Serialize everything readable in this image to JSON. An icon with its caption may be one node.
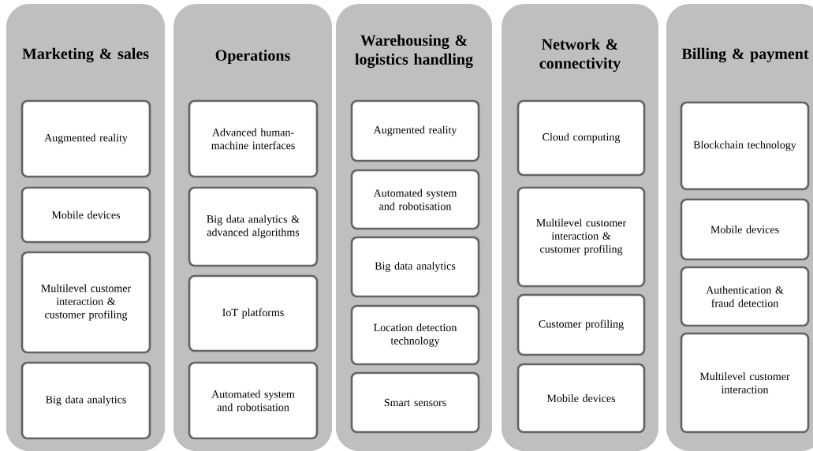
{
  "diagram": {
    "nodes": [
      {
        "text": [
          "Marketing & sales"
        ]
      },
      {
        "text": [
          "Augmented reality"
        ],
        "in": 0
      },
      {
        "text": [
          "Mobile devices"
        ],
        "in": 0
      },
      {
        "text": [
          "Multilevel customer interaction & customer profiling"
        ],
        "in": 0
      },
      {
        "text": [
          "Big data analytics"
        ],
        "in": 0
      },
      {
        "text": [
          "Operations"
        ]
      },
      {
        "text": [
          "Advanced human-machine interfaces"
        ],
        "in": 5
      },
      {
        "text": [
          "Big data analytics & advanced algorithms"
        ],
        "in": 5
      },
      {
        "text": [
          "IoT platforms"
        ],
        "in": 5
      },
      {
        "text": [
          "Automated system and robotisation"
        ],
        "in": 5
      },
      {
        "text": [
          "Warehousing & logistics handling"
        ]
      },
      {
        "text": [
          "Augmented reality"
        ],
        "in": 10
      },
      {
        "text": [
          "Automated system and robotisation"
        ],
        "in": 10
      },
      {
        "text": [
          "Big data analytics"
        ],
        "in": 10
      },
      {
        "text": [
          "Location detection technology"
        ],
        "in": 10
      },
      {
        "text": [
          "Smart sensors"
        ],
        "in": 10
      },
      {
        "text": [
          "Network & connectivity"
        ]
      },
      {
        "text": [
          "Cloud computing"
        ],
        "in": 16
      },
      {
        "text": [
          "Multilevel customer interaction & customer profiling"
        ],
        "in": 16
      },
      {
        "text": [
          "Customer profiling"
        ],
        "in": 16
      },
      {
        "text": [
          "Mobile devices"
        ],
        "in": 16
      },
      {
        "text": [
          "Billing & payment"
        ]
      },
      {
        "text": [
          "Blockchain technology"
        ],
        "in": 21
      },
      {
        "text": [
          "Mobile devices"
        ],
        "in": 21
      },
      {
        "text": [
          "Authentication & fraud detection"
        ],
        "in": 21
      },
      {
        "text": [
          "Multilevel customer interaction"
        ],
        "in": 21
      }
    ]
  }
}
